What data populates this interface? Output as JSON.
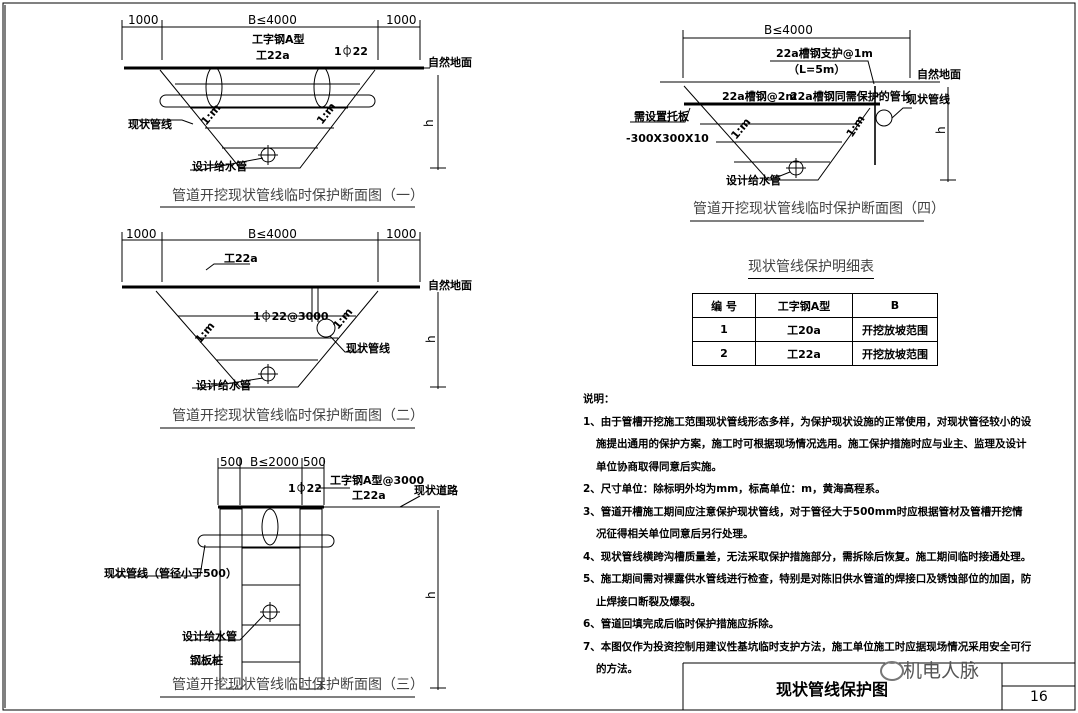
{
  "fig1": {
    "dims": [
      "1000",
      "B≤4000",
      "1000"
    ],
    "beam_label": "工字钢A型",
    "beam_size": "工22a",
    "rod_label": "1⏀22",
    "ground": "自然地面",
    "slope_left": "1:m",
    "slope_right": "1:m",
    "existing_pipe": "现状管线",
    "water_pipe": "设计给水管",
    "h": "h",
    "caption": "管道开挖现状管线临时保护断面图（一）"
  },
  "fig2": {
    "dims": [
      "1000",
      "B≤4000",
      "1000"
    ],
    "beam_size": "工22a",
    "rod_label": "1⏀22@3000",
    "ground": "自然地面",
    "slope_left": "1:m",
    "slope_right": "1:m",
    "existing_pipe": "现状管线",
    "water_pipe": "设计给水管",
    "h": "h",
    "caption": "管道开挖现状管线临时保护断面图（二）"
  },
  "fig3": {
    "dims": [
      "500",
      "B≤2000",
      "500"
    ],
    "beam_label": "工字钢A型@3000",
    "beam_size": "工22a",
    "rod_label": "1⏀22",
    "road": "现状道路",
    "existing_pipe": "现状管线（管径小于500）",
    "water_pipe": "设计给水管",
    "pile": "钢板桩",
    "h": "h",
    "caption": "管道开挖现状管线临时保护断面图（三）"
  },
  "fig4": {
    "dims": [
      "B≤4000"
    ],
    "support": "22a槽钢支护@1m",
    "support_len": "（L=5m）",
    "channel1": "22a槽钢@2m",
    "channel2": "22a槽钢同需保护的管长",
    "plate": "需设置托板",
    "plate_size": "-300X300X10",
    "ground": "自然地面",
    "existing_pipe": "现状管线",
    "slope_left": "1:m",
    "slope_right": "1:m",
    "water_pipe": "设计给水管",
    "h": "h",
    "caption": "管道开挖现状管线临时保护断面图（四）"
  },
  "table": {
    "title": "现状管线保护明细表",
    "headers": [
      "编 号",
      "工字钢A型",
      "B"
    ],
    "rows": [
      [
        "1",
        "工20a",
        "开挖放坡范围"
      ],
      [
        "2",
        "工22a",
        "开挖放坡范围"
      ]
    ]
  },
  "notes": {
    "title": "说明：",
    "lines": [
      "1、由于管槽开挖施工范围现状管线形态多样，为保护现状设施的正常使用，对现状管径较小的设",
      "施提出通用的保护方案，施工时可根据现场情况选用。施工保护措施时应与业主、监理及设计",
      "单位协商取得同意后实施。",
      "2、尺寸单位：除标明外均为mm，标高单位：m，黄海高程系。",
      "3、管道开槽施工期间应注意保护现状管线，对于管径大于500mm时应根据管材及管槽开挖情",
      "况征得相关单位同意后另行处理。",
      "4、现状管线横跨沟槽质量差，无法采取保护措施部分，需拆除后恢复。施工期间临时接通处理。",
      "5、施工期间需对裸露供水管线进行检查，特别是对陈旧供水管道的焊接口及锈蚀部位的加固，防",
      "止焊接口断裂及爆裂。",
      "6、管道回填完成后临时保护措施应拆除。",
      "7、本图仅作为投资控制用建议性基坑临时支护方法，施工单位施工时应据现场情况采用安全可行",
      "的方法。"
    ]
  },
  "title_block": {
    "title": "现状管线保护图",
    "page": "16",
    "watermark": "机电人脉"
  }
}
